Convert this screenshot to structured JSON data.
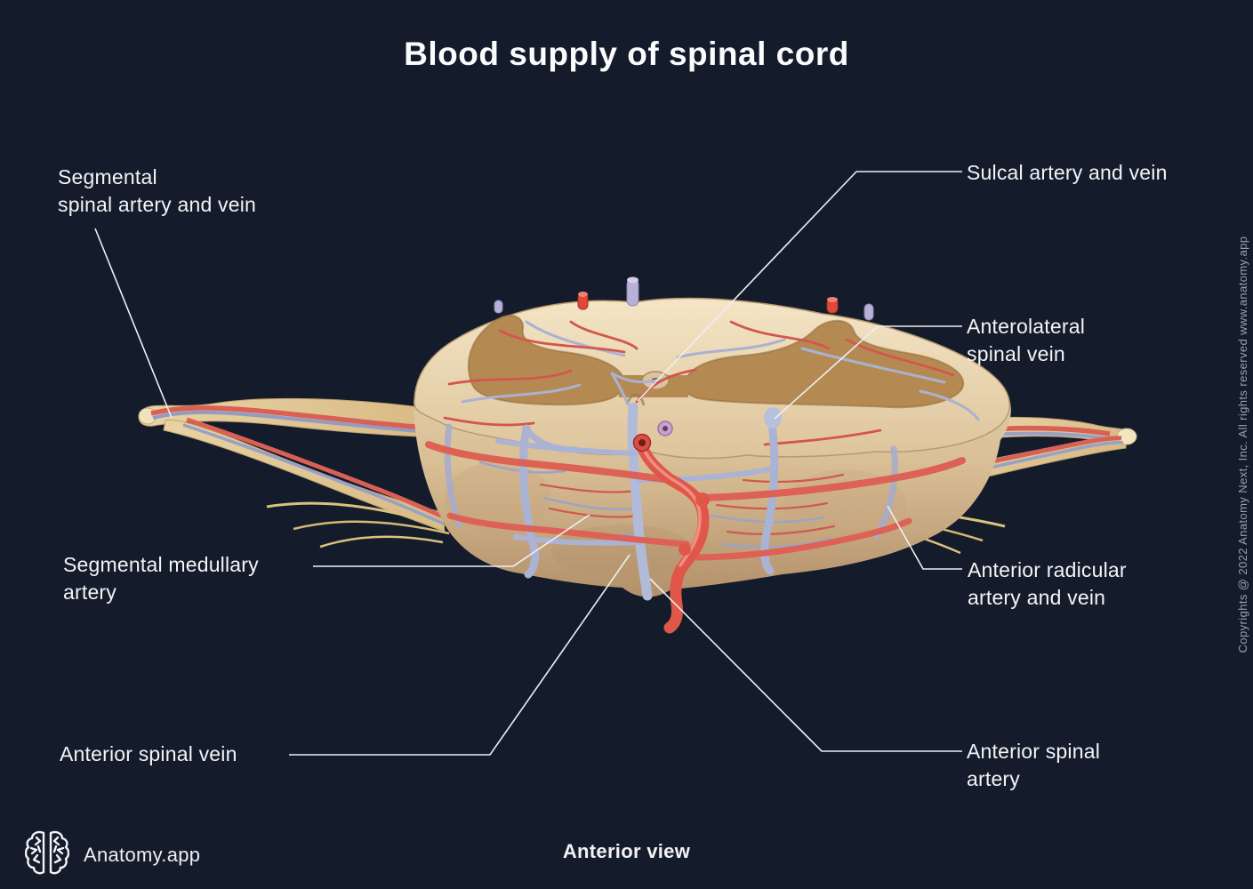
{
  "title": "Blood supply of spinal cord",
  "view_caption": "Anterior view",
  "brand": {
    "name": "Anatomy.app",
    "logo_icon": "brain-icon"
  },
  "copyright": "Copyrights @ 2022 Anatomy Next, Inc. All rights reserved www.anatomy.app",
  "labels": {
    "segmental": {
      "text": "Segmental\nspinal artery and vein"
    },
    "sulcal": {
      "text": "Sulcal artery and vein"
    },
    "anterolateral": {
      "text": "Anterolateral\nspinal vein"
    },
    "medullary": {
      "text": "Segmental medullary\nartery"
    },
    "radicular": {
      "text": "Anterior radicular\nartery and vein"
    },
    "ant_vein": {
      "text": "Anterior spinal vein"
    },
    "ant_artery": {
      "text": "Anterior spinal\nartery"
    }
  },
  "colors": {
    "background": "#141b2b",
    "label_text": "#f3f4f6",
    "leader_line": "#eef0f3",
    "artery_red": "#e0574a",
    "vein_lavender": "#aeb7d8",
    "cord_cream": "#e5cda8",
    "gray_matter": "#b58a52",
    "nerve_root": "#e0c493",
    "copyright_text": "#99a1b2"
  }
}
